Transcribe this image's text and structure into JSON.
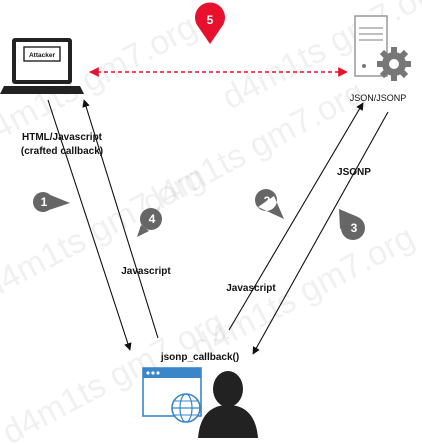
{
  "watermark": "d4m1ts gm7.org",
  "nodes": {
    "attacker": {
      "screen_label": "Attacker"
    },
    "server": {
      "label": "JSON/JSONP"
    },
    "victim": {}
  },
  "labels": {
    "html_js_line1": "HTML/Javascript",
    "html_js_line2": "(crafted callback)",
    "jsonp": "JSONP",
    "javascript_left": "Javascript",
    "javascript_right": "Javascript",
    "callback": "jsonp_callback()"
  },
  "steps": [
    "1",
    "2",
    "3",
    "4",
    "5"
  ],
  "colors": {
    "step_badge": "#666666",
    "step_5": "#e8112d",
    "dashed_link": "#e8112d",
    "icon": "#222222",
    "server_icon": "#777777",
    "browser_blue": "#3a86c8"
  }
}
